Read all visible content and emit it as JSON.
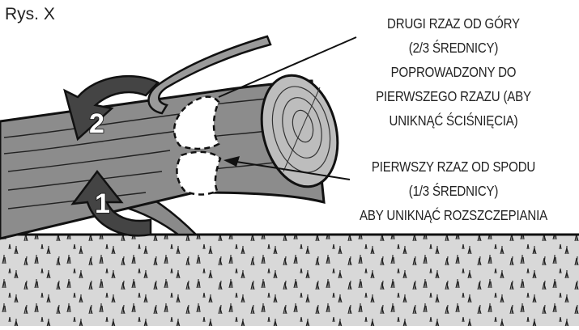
{
  "figure": {
    "label": "Rys. X"
  },
  "annotations": {
    "top_cut": [
      "DRUGI RZAZ OD GÓRY",
      "(2/3 ŚREDNICY)",
      "POPROWADZONY DO",
      "PIERWSZEGO RZAZU (ABY",
      "UNIKNĄĆ ŚCIŚNIĘCIA)"
    ],
    "bottom_cut": [
      "PIERWSZY RZAZ OD SPODU",
      "(1/3 ŚREDNICY)",
      "ABY UNIKNĄĆ ROZSZCZEPIANIA"
    ]
  },
  "steps": {
    "first": "1",
    "second": "2"
  },
  "colors": {
    "ink": "#111111",
    "log_fill": "#8a8a8a",
    "log_end": "#b9b9b9",
    "ground_fill": "#cfcfcf",
    "chain_fill": "#9a9a9a"
  },
  "icons": {
    "saw_chain": "chainsaw-bar-icon",
    "arrow_first": "curved-arrow-up-icon",
    "arrow_second": "curved-arrow-down-icon"
  }
}
